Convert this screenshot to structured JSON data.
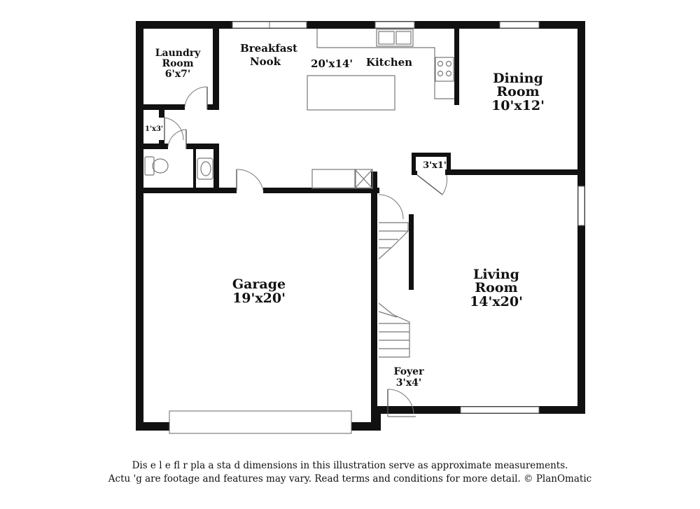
{
  "rooms": {
    "laundry": {
      "name_line1": "Laundry",
      "name_line2": "Room",
      "size": "6'x7'"
    },
    "breakfast": {
      "name_line1": "Breakfast",
      "name_line2": "Nook"
    },
    "kitchen": {
      "name": "Kitchen",
      "size": "20'x14'"
    },
    "dining": {
      "name_line1": "Dining",
      "name_line2": "Room",
      "size": "10'x12'"
    },
    "closet_small": {
      "size": "1'x3'"
    },
    "closet_hall": {
      "size": "3'x1'"
    },
    "garage": {
      "name": "Garage",
      "size": "19'x20'"
    },
    "living": {
      "name_line1": "Living",
      "name_line2": "Room",
      "size": "14'x20'"
    },
    "foyer": {
      "name": "Foyer",
      "size": "3'x4'"
    }
  },
  "disclaimer": {
    "line1": "Dis    e   l  e fl  r pla  a   sta  d dimensions in this illustration serve as approximate measurements.",
    "line2": "Actu   'g  are footage and features may vary. Read terms and conditions for more detail. © PlanOmatic"
  },
  "colors": {
    "wall": "#111111",
    "fixture": "#777777"
  }
}
